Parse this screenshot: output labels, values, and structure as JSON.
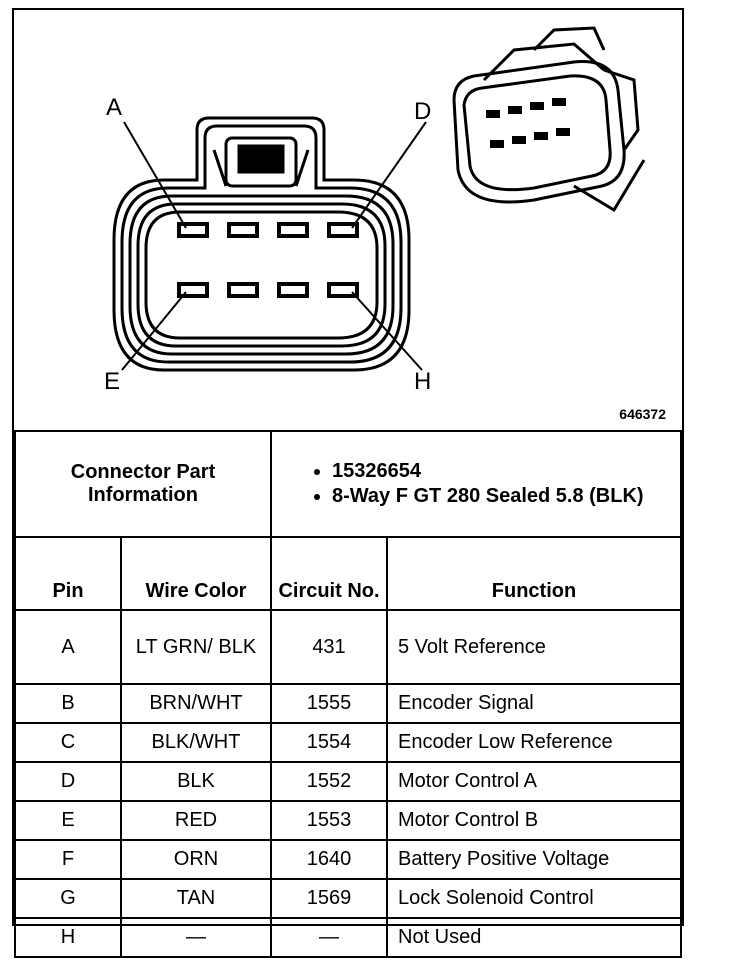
{
  "figure_number": "646372",
  "pin_labels": [
    "A",
    "D",
    "E",
    "H"
  ],
  "connector_info": {
    "label": "Connector Part Information",
    "items": [
      "15326654",
      "8-Way F GT 280 Sealed 5.8 (BLK)"
    ]
  },
  "table": {
    "headers": [
      "Pin",
      "Wire Color",
      "Circuit No.",
      "Function"
    ],
    "rows": [
      {
        "pin": "A",
        "color": "LT GRN/ BLK",
        "circuit": "431",
        "function": "5 Volt Reference"
      },
      {
        "pin": "B",
        "color": "BRN/WHT",
        "circuit": "1555",
        "function": "Encoder Signal"
      },
      {
        "pin": "C",
        "color": "BLK/WHT",
        "circuit": "1554",
        "function": "Encoder Low Reference"
      },
      {
        "pin": "D",
        "color": "BLK",
        "circuit": "1552",
        "function": "Motor Control A"
      },
      {
        "pin": "E",
        "color": "RED",
        "circuit": "1553",
        "function": "Motor Control B"
      },
      {
        "pin": "F",
        "color": "ORN",
        "circuit": "1640",
        "function": "Battery Positive Voltage"
      },
      {
        "pin": "G",
        "color": "TAN",
        "circuit": "1569",
        "function": "Lock Solenoid Control"
      },
      {
        "pin": "H",
        "color": "—",
        "circuit": "—",
        "function": "Not Used"
      }
    ]
  }
}
